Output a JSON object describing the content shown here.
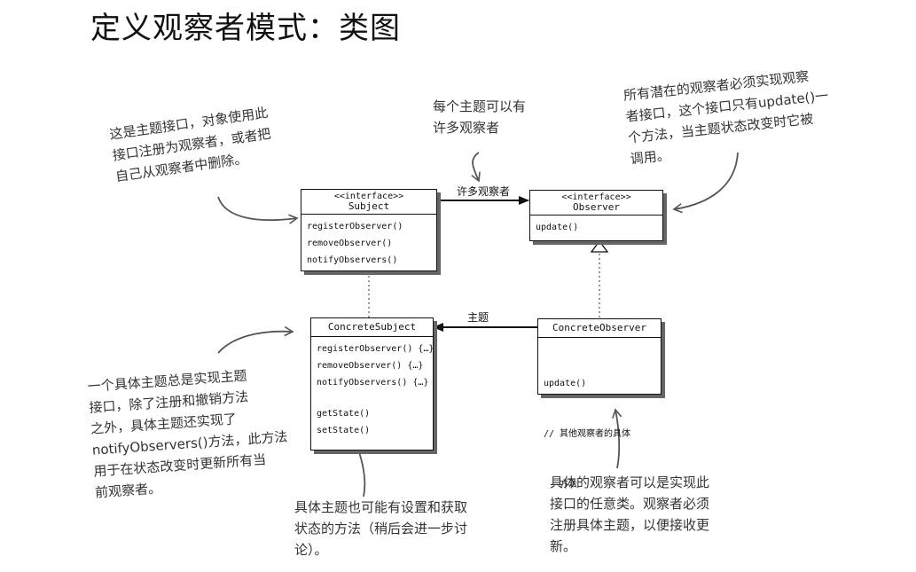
{
  "title": "定义观察者模式：类图",
  "labels": {
    "assoc_many": "许多观察者",
    "assoc_subject": "主题"
  },
  "classes": {
    "subject": {
      "stereotype": "<<interface>>",
      "name": "Subject",
      "methods": [
        "registerObserver()",
        "removeObserver()",
        "notifyObservers()"
      ]
    },
    "observer": {
      "stereotype": "<<interface>>",
      "name": "Observer",
      "methods": [
        "update()"
      ]
    },
    "concrete_subject": {
      "name": "ConcreteSubject",
      "methods": [
        "registerObserver() {…}",
        "removeObserver() {…}",
        "notifyObservers() {…}",
        "getState()",
        "setState()"
      ]
    },
    "concrete_observer": {
      "name": "ConcreteObserver",
      "methods": [
        "update()",
        "// 其他观察者的具体",
        "   方法"
      ]
    }
  },
  "notes": {
    "subject_note": [
      "这是主题接口，对象使用此",
      "接口注册为观察者，或者把",
      "自己从观察者中删除。"
    ],
    "many_note": [
      "每个主题可以有",
      "许多观察者"
    ],
    "observer_note": [
      "所有潜在的观察者必须实现观察",
      "者接口，这个接口只有update()一",
      "个方法，当主题状态改变时它被",
      "调用。"
    ],
    "concrete_subject_note": [
      "一个具体主题总是实现主题",
      "接口，除了注册和撤销方法",
      "之外，具体主题还实现了",
      "notifyObservers()方法，此方法",
      "用于在状态改变时更新所有当",
      "前观察者。"
    ],
    "state_note": [
      "具体主题也可能有设置和获取",
      "状态的方法（稍后会进一步讨",
      "论）。"
    ],
    "concrete_observer_note": [
      "具体的观察者可以是实现此",
      "接口的任意类。观察者必须",
      "注册具体主题，以便接收更",
      "新。"
    ]
  }
}
